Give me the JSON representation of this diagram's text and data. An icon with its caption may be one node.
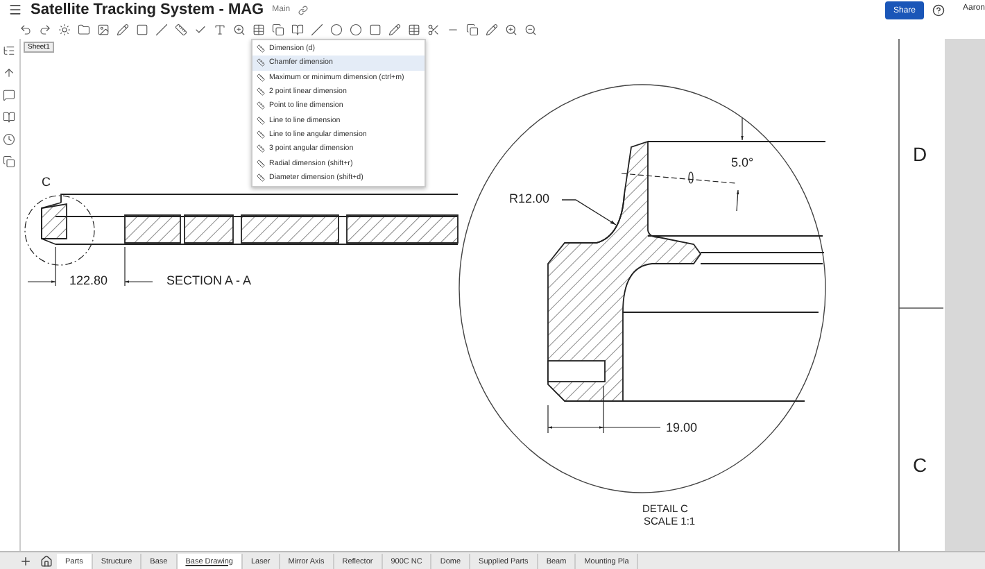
{
  "diagram": {
    "title": "Satellite Tracking System - MAG",
    "nodes": [
      {
        "text": [
          "R12.00"
        ]
      },
      {
        "text": [],
        "shape": "arc"
      }
    ],
    "edges": [
      {
        "from": 0,
        "to": 1,
        "arrow": "to"
      }
    ],
    "labels": [
      "Main",
      "Share",
      "Aaron",
      "Sheet1",
      "Dimension (d)",
      "Chamfer dimension",
      "Maximum or minimum dimension (ctrl+m)",
      "2 point linear dimension",
      "Point to line dimension",
      "Line to line dimension",
      "Line to line angular dimension",
      "3 point angular dimension",
      "Radial dimension (shift+r)",
      "Diameter dimension (shift+d)",
      "C",
      "122.80",
      "SECTION A - A",
      "5.0°",
      "19.00",
      "D",
      "C",
      "DETAIL C",
      "SCALE 1:1",
      "Parts",
      "Structure",
      "Base",
      "Base Drawing",
      "Laser",
      "Mirror Axis",
      "Reflector",
      "900C NC",
      "Dome",
      "Supplied Parts",
      "Beam",
      "Mounting Pla"
    ]
  }
}
